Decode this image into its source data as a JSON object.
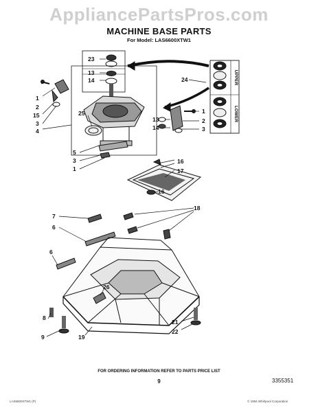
{
  "watermark": "AppliancePartsPros.com",
  "title": "MACHINE BASE PARTS",
  "subtitle": "For Model: LAS6600XTW1",
  "seal_labels": {
    "upper": "UPPER",
    "lower": "LOWER"
  },
  "footnote": "FOR ORDERING INFORMATION REFER TO PARTS PRICE LIST",
  "page_number": "9",
  "doc_number": "3355351",
  "callouts": {
    "c23": "23",
    "c13a": "13",
    "c14a": "14",
    "c24": "24",
    "c25": "25",
    "c2a": "2",
    "c1a": "1",
    "c15": "15",
    "c3a": "3",
    "c4": "4",
    "c1b": "1",
    "c2b": "2",
    "c3b": "3",
    "c13b": "13",
    "c14b": "14",
    "c5": "5",
    "c3c": "3",
    "c1c": "1",
    "c16a": "16",
    "c17": "17",
    "c16b": "16",
    "c18": "18",
    "c7": "7",
    "c6a": "6",
    "c6b": "6",
    "c26": "26",
    "c8": "8",
    "c9": "9",
    "c19": "19",
    "c21": "21",
    "c22": "22"
  },
  "fine_print_left": "LAS6600XTW1 (P)",
  "fine_print_right": "© 1994 Whirlpool Corporation"
}
